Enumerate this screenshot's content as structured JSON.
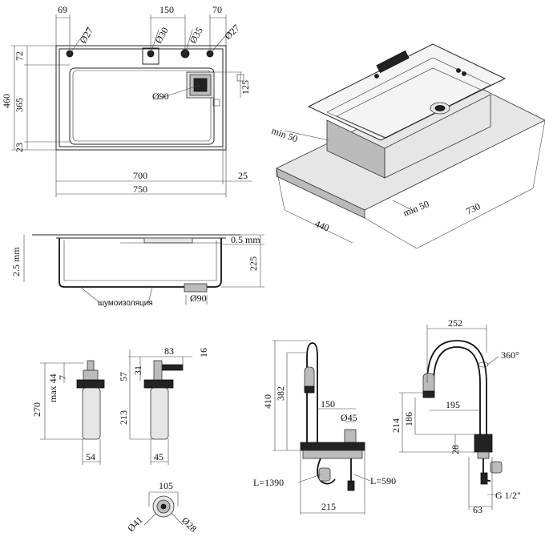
{
  "top_view": {
    "dims": {
      "d69": "69",
      "d150": "150",
      "d70": "70",
      "dia27_left": "Ø27",
      "dia30": "Ø30",
      "dia35": "Ø35",
      "dia27_right": "Ø27",
      "d72": "72",
      "d460": "460",
      "d365": "365",
      "d23": "23",
      "d125": "125",
      "dia90": "Ø90",
      "d700": "700",
      "d25": "25",
      "d750": "750"
    }
  },
  "iso_view": {
    "dims": {
      "min50_a": "min 50",
      "min50_b": "min 50",
      "d440": "440",
      "d730": "730"
    }
  },
  "section_view": {
    "dims": {
      "d2_5": "2.5 mm",
      "d0_5": "0.5 mm",
      "d225": "225",
      "dia90": "Ø90"
    },
    "insulation_label": "шумоизоляция"
  },
  "dispenser": {
    "dims": {
      "max44": "max 44",
      "d7": "7",
      "d270": "270",
      "d54": "54",
      "d83": "83",
      "d16": "16",
      "d57": "57",
      "d31": "31",
      "d213": "213",
      "d45": "45",
      "d105": "105",
      "dia41": "Ø41",
      "dia28": "Ø28"
    }
  },
  "faucet_side": {
    "dims": {
      "d410": "410",
      "d382": "382",
      "d150": "150",
      "dia45": "Ø45",
      "l1390": "L=1390",
      "l590": "L=590",
      "d215": "215"
    }
  },
  "faucet_front": {
    "dims": {
      "d252": "252",
      "deg360": "360°",
      "d214": "214",
      "d186": "186",
      "d195": "195",
      "d28": "28",
      "g12": "G 1/2\"",
      "d63": "63"
    }
  }
}
